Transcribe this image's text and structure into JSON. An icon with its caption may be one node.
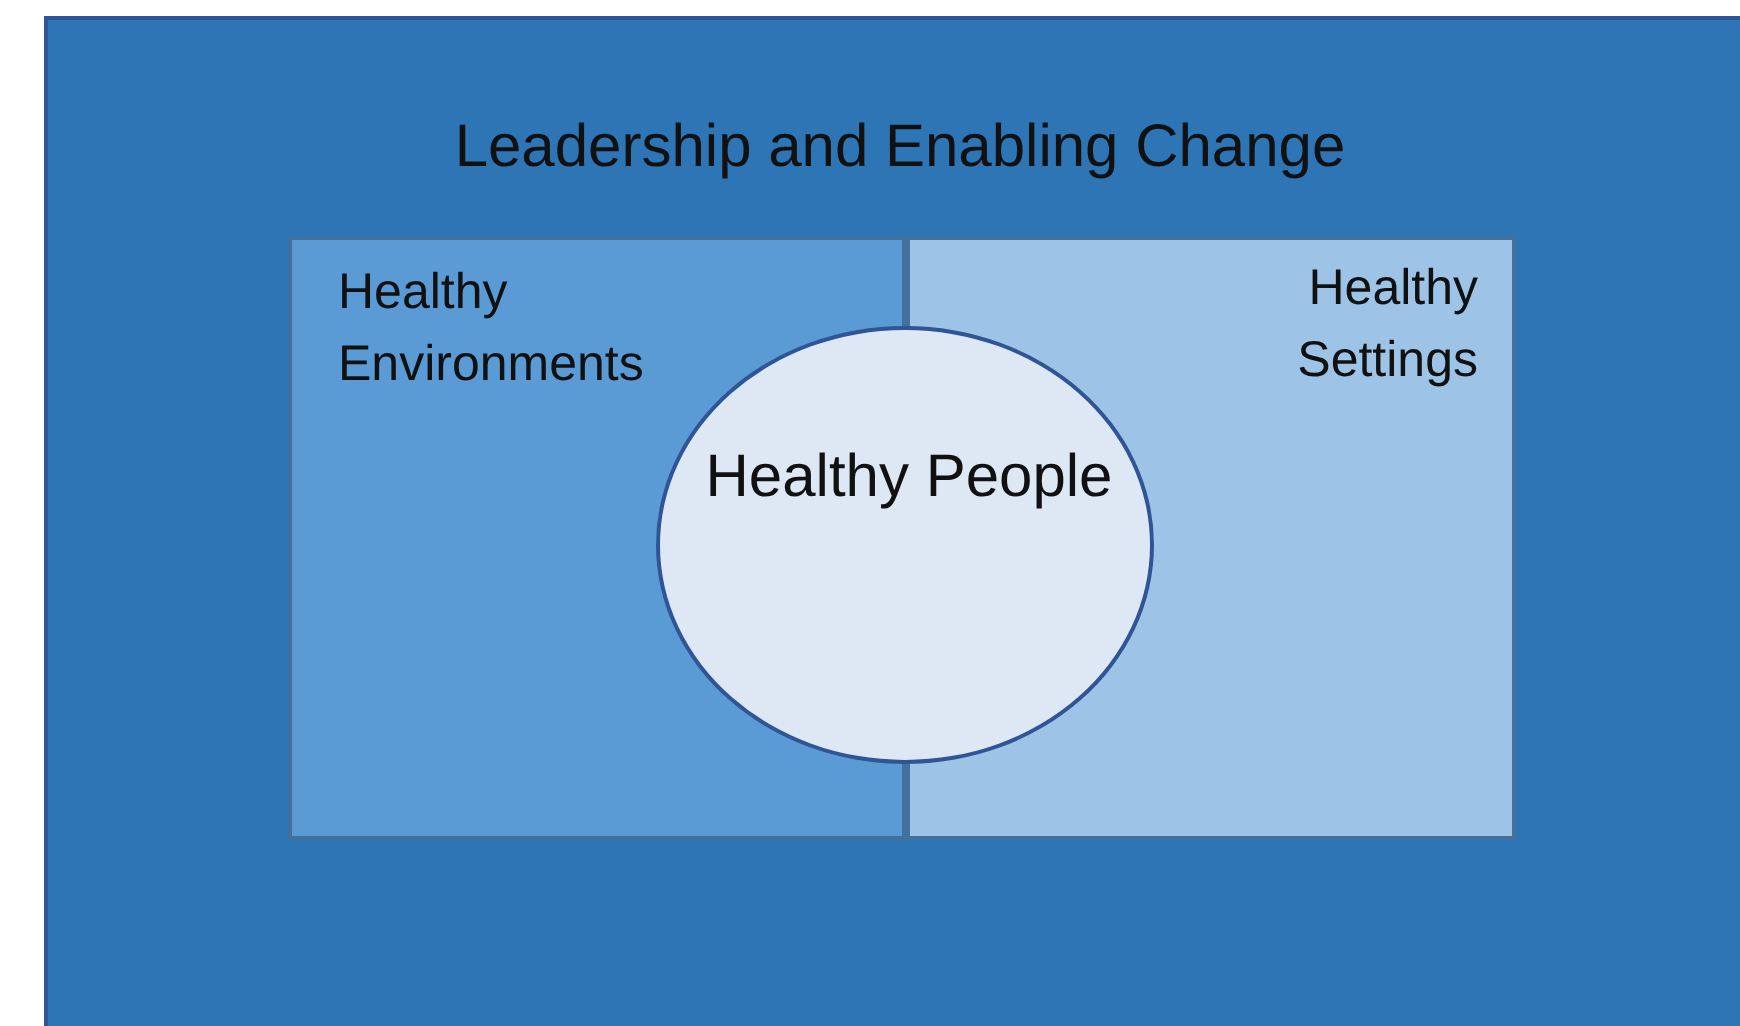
{
  "diagram": {
    "nodes": [
      {
        "text": [
          "Leadership and Enabling Change"
        ]
      },
      {
        "text": [
          "Healthy Environments"
        ],
        "in": 0
      },
      {
        "text": [
          "Healthy Settings"
        ],
        "in": 0
      },
      {
        "text": [
          "Healthy People"
        ],
        "in": 0
      }
    ]
  }
}
